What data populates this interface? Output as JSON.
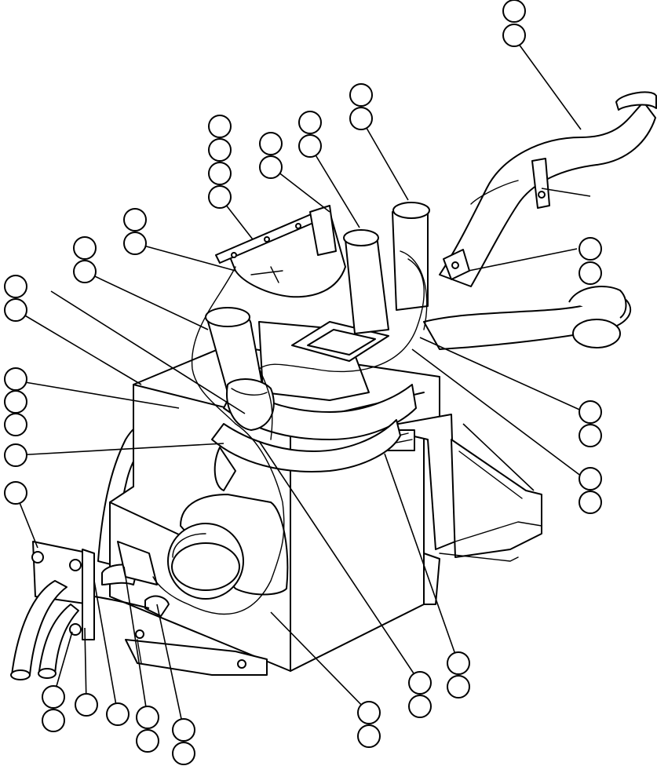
{
  "colors": {
    "stroke": "#000000",
    "background": "#ffffff"
  },
  "callouts": [
    {
      "name": "callout-top-right-a"
    },
    {
      "name": "callout-top-right-b"
    },
    {
      "name": "callout-duct-upper-a"
    },
    {
      "name": "callout-duct-upper-b"
    },
    {
      "name": "callout-duct-lower-a"
    },
    {
      "name": "callout-duct-lower-b"
    },
    {
      "name": "callout-bracket-a"
    },
    {
      "name": "callout-bracket-b"
    },
    {
      "name": "callout-rail-a"
    },
    {
      "name": "callout-rail-b"
    },
    {
      "name": "callout-rail-c"
    },
    {
      "name": "callout-rail-d"
    },
    {
      "name": "callout-clip-a"
    },
    {
      "name": "callout-clip-b"
    },
    {
      "name": "callout-hose-clamp-a"
    },
    {
      "name": "callout-hose-clamp-b"
    },
    {
      "name": "callout-housing-a"
    },
    {
      "name": "callout-housing-b"
    },
    {
      "name": "callout-bolt-a"
    },
    {
      "name": "callout-bolt-b"
    },
    {
      "name": "callout-bolt-c"
    },
    {
      "name": "callout-tube-left"
    },
    {
      "name": "callout-plate-left"
    },
    {
      "name": "callout-bottom-1a"
    },
    {
      "name": "callout-bottom-1b"
    },
    {
      "name": "callout-bottom-2"
    },
    {
      "name": "callout-bottom-3"
    },
    {
      "name": "callout-bottom-4a"
    },
    {
      "name": "callout-bottom-4b"
    },
    {
      "name": "callout-bottom-5a"
    },
    {
      "name": "callout-bottom-5b"
    },
    {
      "name": "callout-blower-a"
    },
    {
      "name": "callout-blower-b"
    },
    {
      "name": "callout-wire-a"
    },
    {
      "name": "callout-wire-b"
    },
    {
      "name": "callout-core-a"
    },
    {
      "name": "callout-core-b"
    },
    {
      "name": "callout-right-upper-a"
    },
    {
      "name": "callout-right-upper-b"
    },
    {
      "name": "callout-right-lower-a"
    },
    {
      "name": "callout-right-lower-b"
    }
  ]
}
